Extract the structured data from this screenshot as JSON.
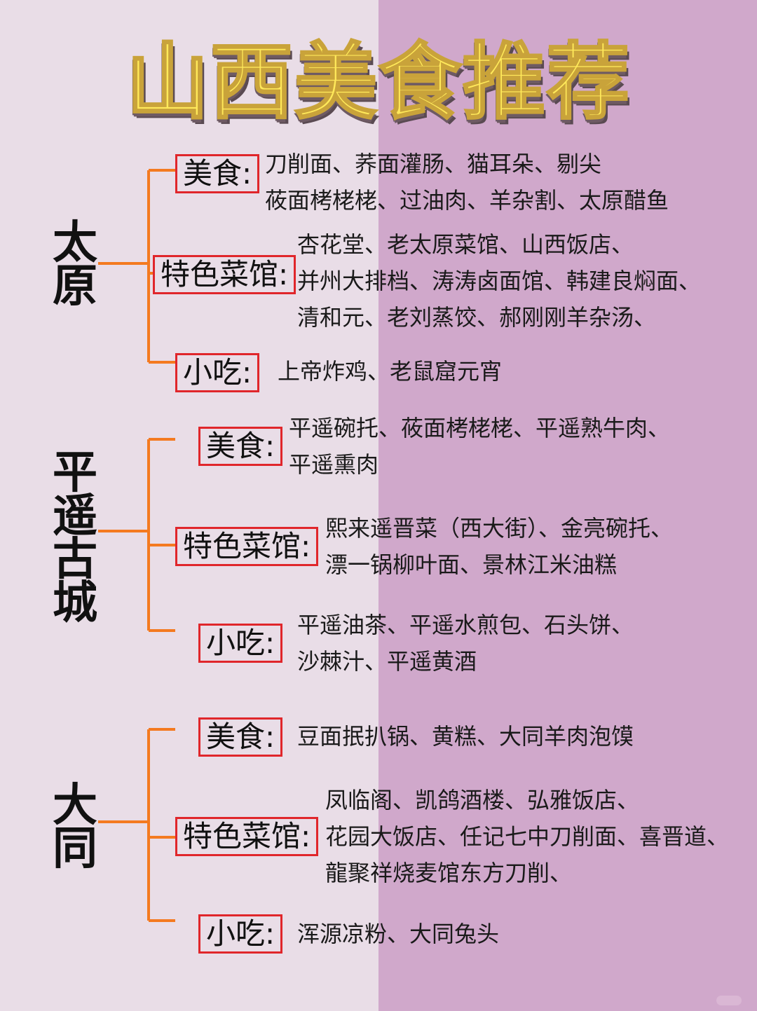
{
  "title": "山西美食推荐",
  "colors": {
    "connector": "#f47a20",
    "tag_border": "#e0262b",
    "left_bg": "#e9dde7",
    "right_bg": "#d0a8cb",
    "title_fill": "#ffe95a"
  },
  "cities": [
    {
      "name": "太原",
      "groups": [
        {
          "label": "美食:",
          "lines": [
            "刀削面、荞面灌肠、猫耳朵、剔尖",
            "莜面栲栳栳、过油肉、羊杂割、太原醋鱼"
          ]
        },
        {
          "label": "特色菜馆:",
          "lines": [
            "杏花堂、老太原菜馆、山西饭店、",
            "并州大排档、涛涛卤面馆、韩建良焖面、",
            "清和元、老刘蒸饺、郝刚刚羊杂汤、"
          ]
        },
        {
          "label": "小吃:",
          "lines": [
            "上帝炸鸡、老鼠窟元宵"
          ]
        }
      ]
    },
    {
      "name": "平遥古城",
      "groups": [
        {
          "label": "美食:",
          "lines": [
            "平遥碗托、莜面栲栳栳、平遥熟牛肉、",
            "平遥熏肉"
          ]
        },
        {
          "label": "特色菜馆:",
          "lines": [
            "熙来遥晋菜（西大街）、金亮碗托、",
            "漂一锅柳叶面、景林江米油糕"
          ]
        },
        {
          "label": "小吃:",
          "lines": [
            "平遥油茶、平遥水煎包、石头饼、",
            "沙棘汁、平遥黄酒"
          ]
        }
      ]
    },
    {
      "name": "大同",
      "groups": [
        {
          "label": "美食:",
          "lines": [
            "豆面抿扒锅、黄糕、大同羊肉泡馍"
          ]
        },
        {
          "label": "特色菜馆:",
          "lines": [
            "凤临阁、凯鸽酒楼、弘雅饭店、",
            "花园大饭店、任记七中刀削面、喜晋道、",
            "龍聚祥烧麦馆东方刀削、"
          ]
        },
        {
          "label": "小吃:",
          "lines": [
            "浑源凉粉、大同兔头"
          ]
        }
      ]
    }
  ]
}
